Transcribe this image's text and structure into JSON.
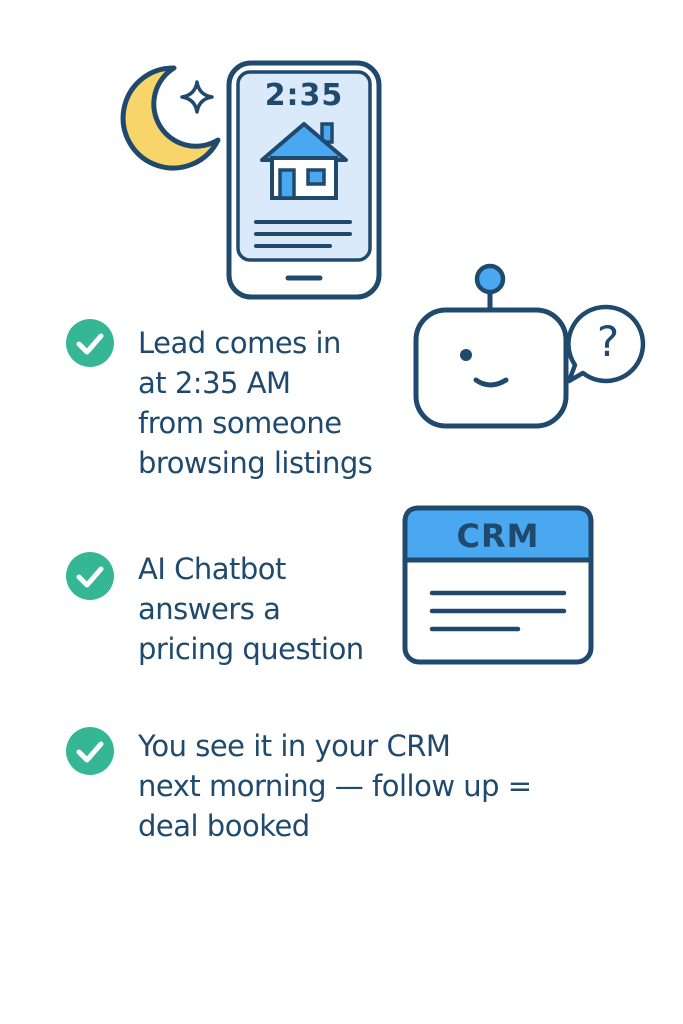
{
  "phone": {
    "clock": "2:35"
  },
  "crm_card": {
    "title": "CRM"
  },
  "bubble": {
    "symbol": "?"
  },
  "steps": [
    {
      "lines": [
        "Lead comes in",
        "at 2:35 AM",
        "from someone",
        "browsing listings"
      ]
    },
    {
      "lines": [
        "AI Chatbot",
        "answers a",
        "pricing question"
      ]
    },
    {
      "lines": [
        "You see it in your CRM",
        "next morning — follow up =",
        "deal booked"
      ]
    }
  ],
  "colors": {
    "outline": "#1f4a6e",
    "screen": "#dbeafb",
    "accent_blue": "#4aa8f0",
    "moon": "#f7d56b",
    "check_green": "#35b795",
    "text": "#1f4a6e"
  },
  "icons": [
    "crescent-moon-icon",
    "sparkle-star-icon",
    "house-icon",
    "robot-icon",
    "question-bubble-icon",
    "check-circle-icon"
  ]
}
